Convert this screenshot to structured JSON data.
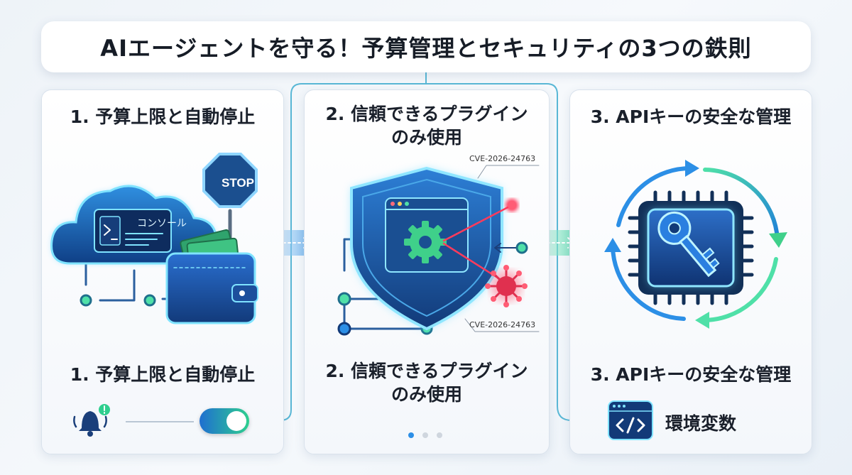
{
  "title": "AIエージェントを守る！予算管理とセキュリティの3つの鉄則",
  "panels": [
    {
      "heading": "1. 予算上限と自動停止",
      "footer": "1. 予算上限と自動停止",
      "console_label": "コンソール",
      "stop_sign": "STOP"
    },
    {
      "heading_line1": "2. 信頼できるプラグイン",
      "heading_line2": "のみ使用",
      "footer_line1": "2. 信頼できるプラグイン",
      "footer_line2": "のみ使用",
      "cve_top": "CVE-2026-24763",
      "cve_bottom": "CVE-2026-24763"
    },
    {
      "heading": "3. APIキーの安全な管理",
      "footer": "3. APIキーの安全な管理",
      "env_label": "環境変数"
    }
  ],
  "colors": {
    "accent_blue": "#1f7fd8",
    "accent_cyan": "#4fd3f0",
    "accent_green": "#2ecf8f",
    "alert_red": "#ff3b5c",
    "dark_navy": "#123058"
  }
}
